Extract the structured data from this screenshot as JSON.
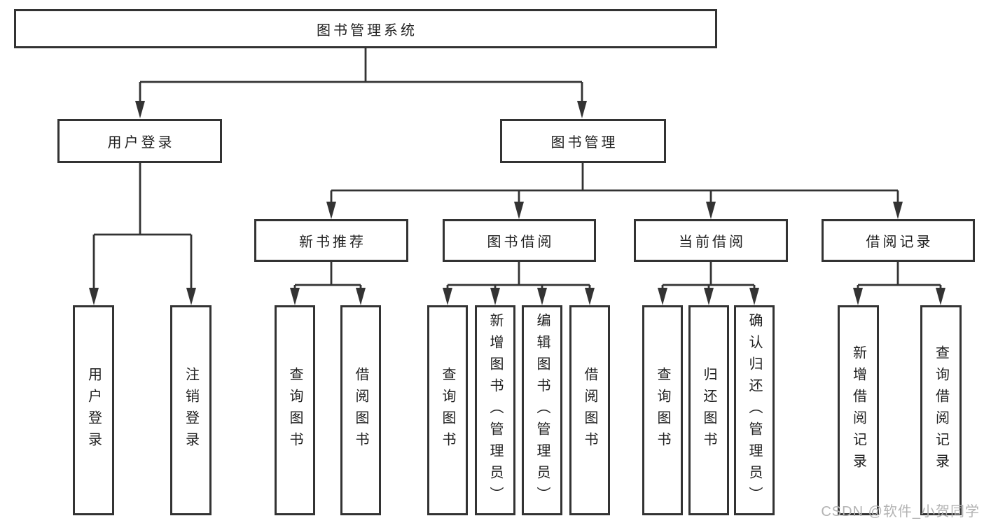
{
  "tree": {
    "root": {
      "label": "图书管理系统"
    },
    "children": [
      {
        "label": "用户登录",
        "children": [
          {
            "label": "用户登录"
          },
          {
            "label": "注销登录"
          }
        ]
      },
      {
        "label": "图书管理",
        "children": [
          {
            "label": "新书推荐",
            "children": [
              {
                "label": "查询图书"
              },
              {
                "label": "借阅图书"
              }
            ]
          },
          {
            "label": "图书借阅",
            "children": [
              {
                "label": "查询图书"
              },
              {
                "label": "新增图书（管理员）"
              },
              {
                "label": "编辑图书（管理员）"
              },
              {
                "label": "借阅图书"
              }
            ]
          },
          {
            "label": "当前借阅",
            "children": [
              {
                "label": "查询图书"
              },
              {
                "label": "归还图书"
              },
              {
                "label": "确认归还（管理员）"
              }
            ]
          },
          {
            "label": "借阅记录",
            "children": [
              {
                "label": "新增借阅记录"
              },
              {
                "label": "查询借阅记录"
              }
            ]
          }
        ]
      }
    ]
  },
  "colors": {
    "line": "#333333",
    "text": "#1f1f1f",
    "watermark": "#b3b3b3"
  },
  "watermark": "CSDN @软件_小贺同学"
}
